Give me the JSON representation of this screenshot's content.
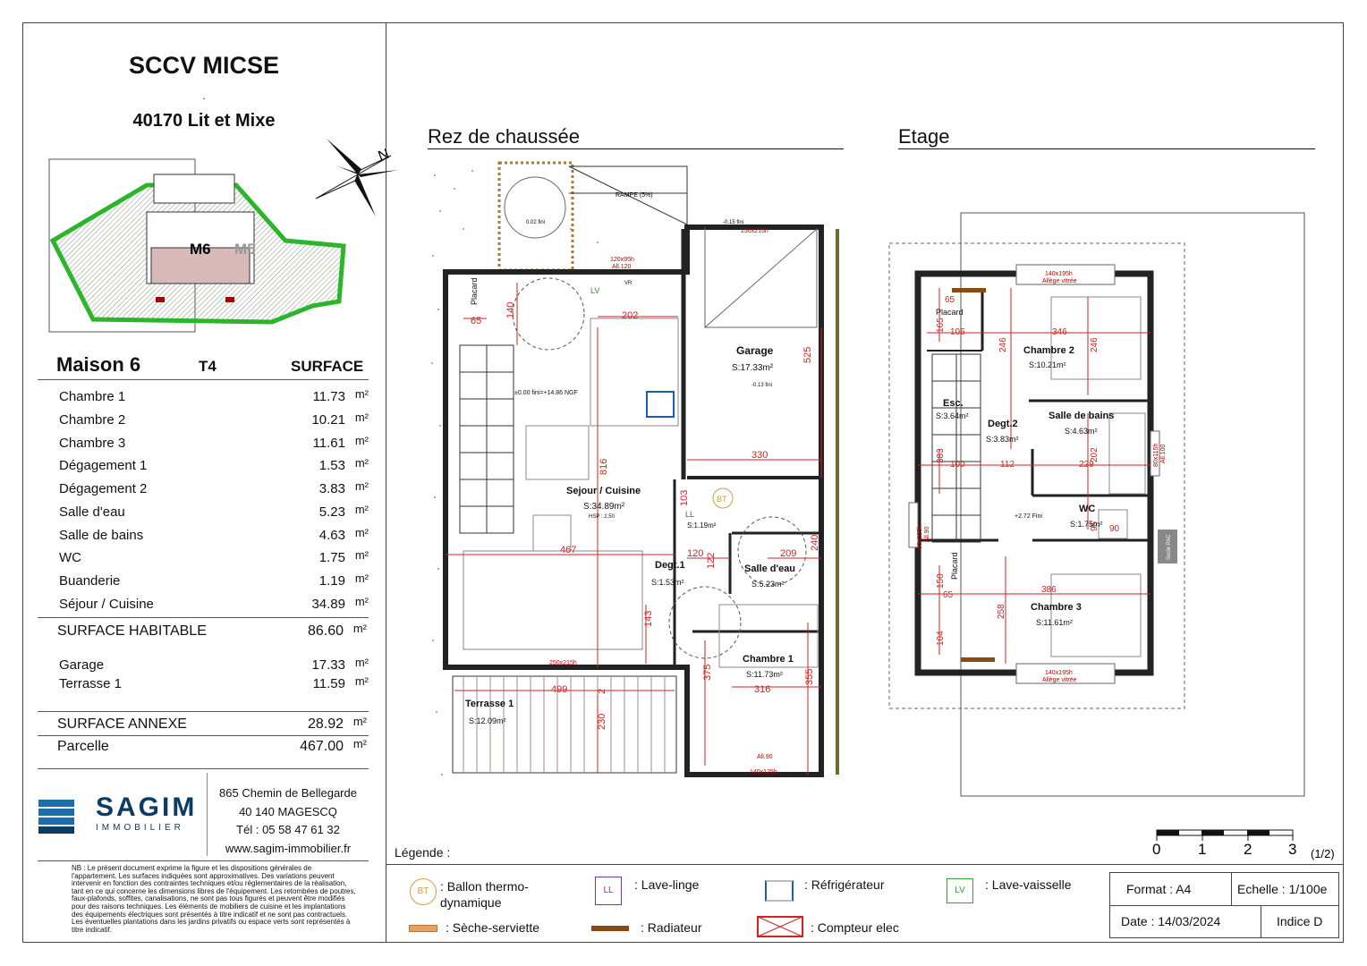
{
  "header": {
    "company": "SCCV MICSE",
    "dot": ".",
    "city": "40170 Lit et Mixe"
  },
  "site_plan": {
    "label_m6": "M6",
    "label_m5": "M5",
    "north": "N"
  },
  "maison": {
    "title": "Maison 6",
    "type": "T4",
    "surface_header": "SURFACE"
  },
  "rooms": [
    {
      "name": "Chambre 1",
      "value": "11.73",
      "unit": "m²"
    },
    {
      "name": "Chambre 2",
      "value": "10.21",
      "unit": "m²"
    },
    {
      "name": "Chambre 3",
      "value": "11.61",
      "unit": "m²"
    },
    {
      "name": "Dégagement 1",
      "value": "1.53",
      "unit": "m²"
    },
    {
      "name": "Dégagement 2",
      "value": "3.83",
      "unit": "m²"
    },
    {
      "name": "Salle d'eau",
      "value": "5.23",
      "unit": "m²"
    },
    {
      "name": "Salle de bains",
      "value": "4.63",
      "unit": "m²"
    },
    {
      "name": "WC",
      "value": "1.75",
      "unit": "m²"
    },
    {
      "name": "Buanderie",
      "value": "1.19",
      "unit": "m²"
    },
    {
      "name": "Séjour / Cuisine",
      "value": "34.89",
      "unit": "m²"
    }
  ],
  "surface_habitable": {
    "label": "SURFACE HABITABLE",
    "value": "86.60",
    "unit": "m²"
  },
  "annexes": [
    {
      "name": "Garage",
      "value": "17.33",
      "unit": "m²"
    },
    {
      "name": "Terrasse 1",
      "value": "11.59",
      "unit": "m²"
    }
  ],
  "surface_annexe": {
    "label": "SURFACE ANNEXE",
    "value": "28.92",
    "unit": "m²"
  },
  "parcelle": {
    "label": "Parcelle",
    "value": "467.00",
    "unit": "m²"
  },
  "agency": {
    "logo_main": "SAGIM",
    "logo_sub": "IMMOBILIER",
    "address1": "865 Chemin de Bellegarde",
    "address2": "40 140 MAGESCQ",
    "phone": "Tél : 05 58 47 61 32",
    "web": "www.sagim-immobilier.fr"
  },
  "disclaimer": "NB : Le présent document exprime la figure et les dispositions générales de l'appartement. Les surfaces indiquées sont approximatives. Des variations peuvent intervenir en fonction des contraintes techniques et/ou réglementaires de la réalisation, tant en ce qui concerne les dimensions libres de l'équipement. Les retombées de poutres, faux-plafonds, soffites, canalisations, ne sont pas tous figurés et peuvent être modifiés pour des raisons techniques. Les éléments de mobiliers de cuisine et les implantations des équipements électriques sont présentés à titre indicatif et ne sont pas contractuels. Les éventuelles plantations dans les jardins privatifs ou espace verts sont représentés à titre indicatif.",
  "plans": {
    "rdc_title": "Rez de chaussée",
    "etage_title": "Etage",
    "rdc_rooms": [
      {
        "name": "Garage",
        "area": "S:17.33m²"
      },
      {
        "name": "Sejour / Cuisine",
        "area": "S:34.89m²"
      },
      {
        "name": "Degt.1",
        "area": "S:1.53m²"
      },
      {
        "name": "Salle d'eau",
        "area": "S:5.23m²"
      },
      {
        "name": "Chambre 1",
        "area": "S:11.73m²"
      },
      {
        "name": "Terrasse 1",
        "area": "S:12.09m²"
      },
      {
        "name": "LL",
        "area": "S:1.19m²"
      }
    ],
    "etage_rooms": [
      {
        "name": "Chambre 2",
        "area": "S:10.21m²"
      },
      {
        "name": "Salle de bains",
        "area": "S:4.63m²"
      },
      {
        "name": "Degt.2",
        "area": "S:3.83m²"
      },
      {
        "name": "Esc.",
        "area": "S:3.64m²"
      },
      {
        "name": "WC",
        "area": "S:1.75m²"
      },
      {
        "name": "Chambre 3",
        "area": "S:11.61m²"
      }
    ],
    "rdc_notes": {
      "rampe": "RAMPE (5%)",
      "ngf": "±0.00 fini=+14.86 NGF",
      "placard": "Placard",
      "hsp": "HSP : 2.50",
      "window_top": "120x95h",
      "window_top2": "All.120",
      "garage_door": "250x215h",
      "baie": "250x215h",
      "chambre_window": "140x125h",
      "all90": "All.90",
      "lv": "LV",
      "vr": "VR",
      "bt": "BT",
      "ll": "LL",
      "fini1": "0.02 fini",
      "fini2": "-0.15 fini",
      "fini3": "-0.13 fini"
    },
    "rdc_dims": [
      "65",
      "140",
      "202",
      "525",
      "330",
      "816",
      "467",
      "120",
      "240",
      "209",
      "103",
      "143",
      "375",
      "355",
      "316",
      "499",
      "230",
      "2",
      "122"
    ],
    "etage_notes": {
      "window_top": "140x195h",
      "allege_top": "Allège vitrée",
      "window_bottom": "140x195h",
      "allege_bottom": "Allège vitrée",
      "placard": "Placard",
      "fini": "+2.72 Fini",
      "socle": "Socle PAC",
      "side_window": "80x125h",
      "side_window2": "All.90",
      "right_window": "80x115h",
      "right_window2": "All.100"
    },
    "etage_dims": [
      "65",
      "165",
      "105",
      "246",
      "346",
      "246",
      "202",
      "229",
      "95",
      "90",
      "100",
      "112",
      "383",
      "386",
      "258",
      "150",
      "65",
      "104"
    ]
  },
  "scale_bar": {
    "ticks": [
      "0",
      "1",
      "2",
      "3"
    ],
    "page": "(1/2)"
  },
  "legend": {
    "title": "Légende :",
    "items": [
      {
        "symbol": "BT",
        "label": ": Ballon thermo-\ndynamique"
      },
      {
        "symbol": "LL",
        "label": ": Lave-linge"
      },
      {
        "symbol": "fridge",
        "label": ": Réfrigérateur"
      },
      {
        "symbol": "LV",
        "label": ": Lave-vaisselle"
      },
      {
        "symbol": "towel",
        "label": ": Sèche-serviette"
      },
      {
        "symbol": "radiator",
        "label": ": Radiateur"
      },
      {
        "symbol": "meter",
        "label": ": Compteur elec"
      }
    ]
  },
  "cartouche": {
    "format": "Format :  A4",
    "echelle": "Echelle : 1/100e",
    "date": "Date :  14/03/2024",
    "indice": "Indice D"
  },
  "colors": {
    "dim_red": "#d62020",
    "grass": "#2bb52b",
    "wall": "#222222",
    "logo_blue": "#1a6fa8"
  }
}
